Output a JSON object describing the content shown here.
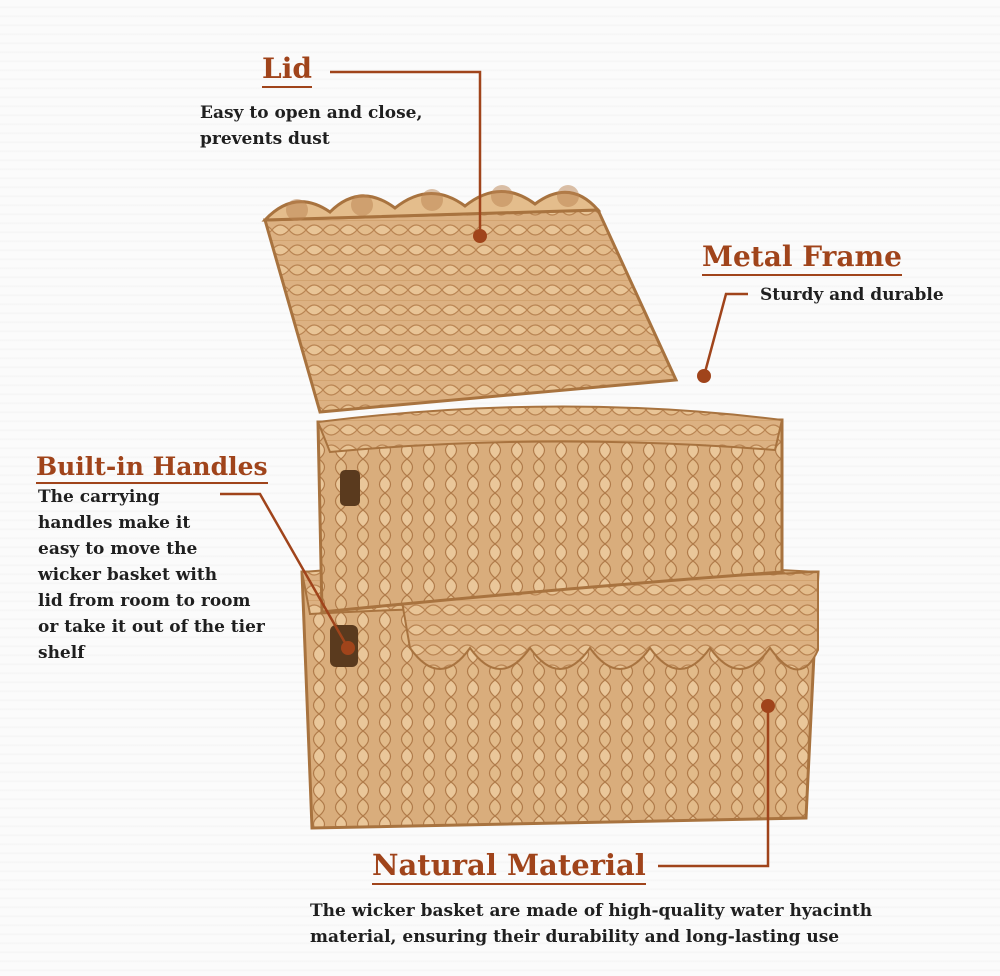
{
  "callouts": {
    "lid": {
      "title": "Lid",
      "lines": [
        "Easy to open and close,",
        "prevents dust"
      ]
    },
    "metal_frame": {
      "title": "Metal Frame",
      "lines": [
        "Sturdy and durable"
      ]
    },
    "handles": {
      "title": "Built-in Handles",
      "lines": [
        "The carrying",
        "handles make it",
        "easy to move the",
        "wicker basket with",
        "lid from room to room",
        "or take it out of the tier",
        "shelf"
      ]
    },
    "material": {
      "title": "Natural Material",
      "lines": [
        "The wicker basket are made of high-quality water hyacinth",
        "material, ensuring their durability and long-lasting use"
      ]
    }
  },
  "colors": {
    "accent": "#a0441b",
    "wicker_light": "#e2b98a",
    "wicker_dark": "#b98452"
  }
}
